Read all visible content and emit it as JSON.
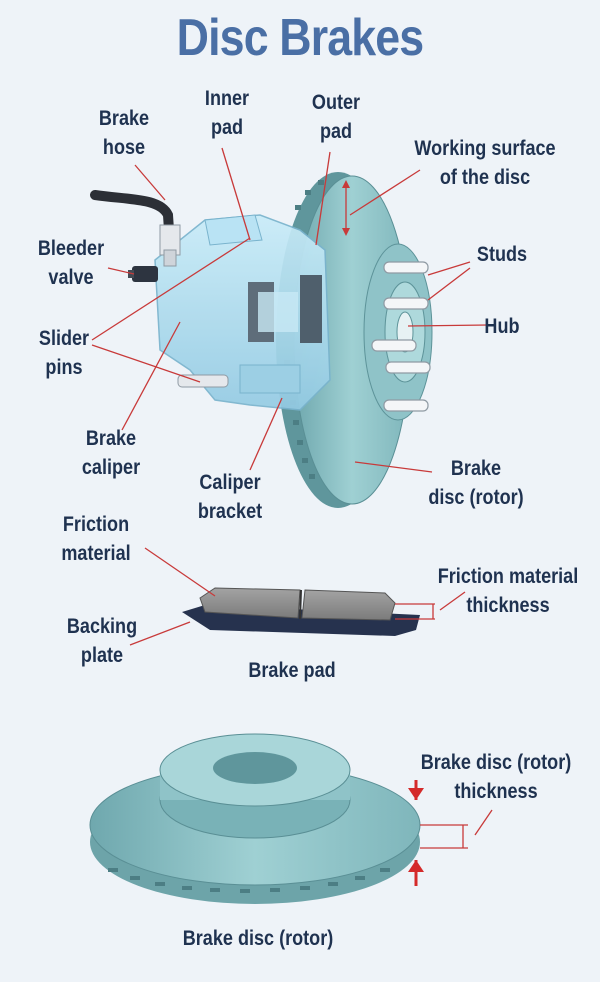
{
  "title": "Disc Brakes",
  "labels": {
    "brake_hose": [
      "Brake",
      "hose"
    ],
    "inner_pad": [
      "Inner",
      "pad"
    ],
    "outer_pad": [
      "Outer",
      "pad"
    ],
    "working_surface": [
      "Working surface",
      "of the disc"
    ],
    "bleeder_valve": [
      "Bleeder",
      "valve"
    ],
    "studs": "Studs",
    "hub": "Hub",
    "slider_pins": [
      "Slider",
      "pins"
    ],
    "brake_caliper": [
      "Brake",
      "caliper"
    ],
    "caliper_bracket": [
      "Caliper",
      "bracket"
    ],
    "brake_disc_rotor": [
      "Brake",
      "disc (rotor)"
    ],
    "friction_material": [
      "Friction",
      "material"
    ],
    "friction_thickness": [
      "Friction material",
      "thickness"
    ],
    "backing_plate": [
      "Backing",
      "plate"
    ],
    "brake_pad": "Brake pad",
    "rotor_thickness": [
      "Brake disc (rotor)",
      "thickness"
    ],
    "brake_disc_caption": "Brake disc (rotor)"
  },
  "colors": {
    "title": "#4a6fa5",
    "label_text": "#1f3250",
    "leader_line": "#c83a3a",
    "caliper": "#a8d8ee",
    "rotor": "#8ec4c8",
    "pad": "#8f8f8f",
    "backing_plate": "#26324e",
    "arrow_red": "#d42a2a"
  }
}
